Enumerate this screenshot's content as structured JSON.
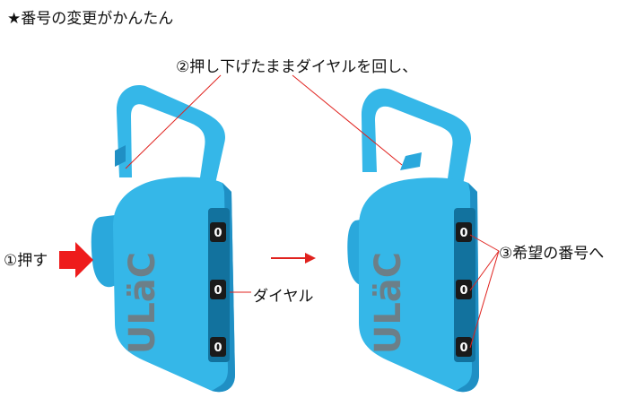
{
  "title": "★番号の変更がかんたん",
  "step2_label": "②押し下げたままダイヤルを回し、",
  "step1_label": "①押す",
  "dial_label": "ダイヤル",
  "step3_label": "③希望の番号へ",
  "brand_text": "ULäC",
  "dial_digits": [
    "0",
    "0",
    "0"
  ],
  "colors": {
    "lock_body": "#35b7e8",
    "lock_shade": "#1f8fc4",
    "lock_dark": "#12729e",
    "brand_text": "#6c7f88",
    "push_arrow": "#ee1c1c",
    "leader_lines": "#e0221e",
    "background": "#ffffff"
  }
}
